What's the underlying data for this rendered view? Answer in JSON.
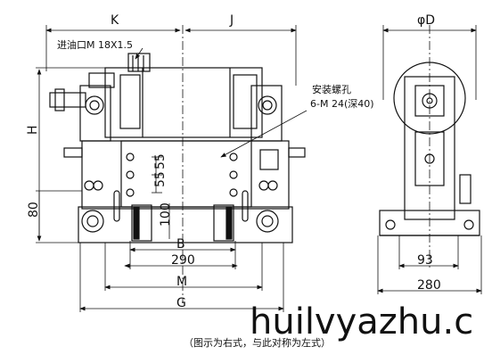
{
  "drawing": {
    "labels": {
      "k": "K",
      "j": "J",
      "phi_d": "φD",
      "h": "H",
      "d55a": "55",
      "d55b": "55",
      "d80": "80",
      "d100": "100",
      "b": "B",
      "d290": "290",
      "m": "M",
      "g": "G",
      "d93": "93",
      "d280": "280",
      "oil_inlet": "进油口M 18X1.5",
      "mount_holes_title": "安装螺孔",
      "mount_holes_spec": "6-M 24(深40)"
    },
    "watermark": "huilvyazhu.c",
    "caption": "（图示为右式，与此对称为左式）"
  }
}
